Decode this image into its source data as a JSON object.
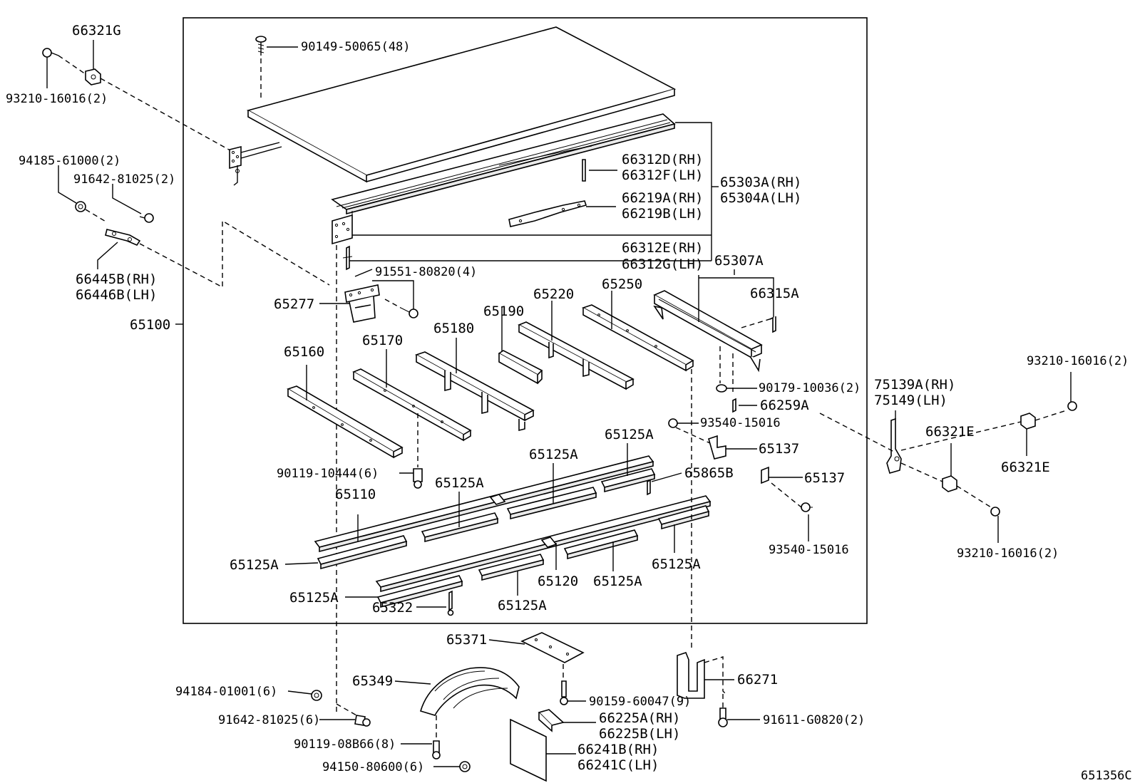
{
  "labels": {
    "p66321G": "66321G",
    "p93210_16016_2_tl": "93210-16016(2)",
    "p94185_61000_2": "94185-61000(2)",
    "p91642_81025_2": "91642-81025(2)",
    "p66445B": "66445B(RH)",
    "p66446B": "66446B(LH)",
    "p65100": "65100",
    "p90149_50065_48": "90149-50065(48)",
    "p66312D": "66312D(RH)",
    "p66312F": "66312F(LH)",
    "p65303A": "65303A(RH)",
    "p65304A": "65304A(LH)",
    "p66219A": "66219A(RH)",
    "p66219B": "66219B(LH)",
    "p66312E": "66312E(RH)",
    "p66312G": "66312G(LH)",
    "p65307A": "65307A",
    "p91551_80820_4": "91551-80820(4)",
    "p66315A": "66315A",
    "p65277": "65277",
    "p65190": "65190",
    "p65220": "65220",
    "p65250": "65250",
    "p65180": "65180",
    "p65170": "65170",
    "p65160": "65160",
    "p90179_10036_2": "90179-10036(2)",
    "p66259A": "66259A",
    "p93540_15016_a": "93540-15016",
    "p65137_a": "65137",
    "p65137_b": "65137",
    "p65865B": "65865B",
    "p65125A_1": "65125A",
    "p65125A_2": "65125A",
    "p65125A_3": "65125A",
    "p65125A_4": "65125A",
    "p65125A_5": "65125A",
    "p65125A_6": "65125A",
    "p65125A_7": "65125A",
    "p65125A_8": "65125A",
    "p90119_10444_6": "90119-10444(6)",
    "p65110": "65110",
    "p65120": "65120",
    "p65322": "65322",
    "p93540_15016_b": "93540-15016",
    "p75139A": "75139A(RH)",
    "p75149": "75149(LH)",
    "p93210_16016_2_tr": "93210-16016(2)",
    "p66321E_a": "66321E",
    "p66321E_b": "66321E",
    "p93210_16016_2_br": "93210-16016(2)",
    "p65371": "65371",
    "p65349": "65349",
    "p90159_60047_9": "90159-60047(9)",
    "p66271": "66271",
    "p94184_01001_6": "94184-01001(6)",
    "p91642_81025_6": "91642-81025(6)",
    "p90119_08B66_8": "90119-08B66(8)",
    "p66225A": "66225A(RH)",
    "p66225B": "66225B(LH)",
    "p91611_G0820_2": "91611-G0820(2)",
    "p66241B": "66241B(RH)",
    "p66241C": "66241C(LH)",
    "p94150_80600_6": "94150-80600(6)",
    "figure_code": "651356C"
  }
}
